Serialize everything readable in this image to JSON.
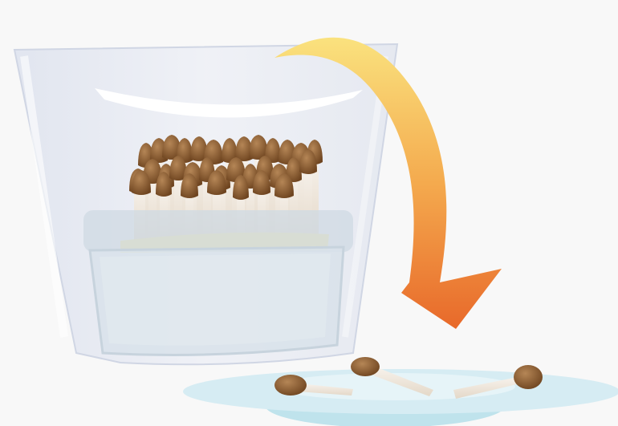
{
  "scene": {
    "bag": "clear-plastic-bag",
    "container": "plastic-grow-tray",
    "substrate": "substrate-layer",
    "mushrooms": "mushroom-cluster",
    "arrow": "harvest-arrow",
    "plate": "serving-plate",
    "harvested": "harvested-mushrooms"
  },
  "colors": {
    "background": "#f8f8f8",
    "bag": "#e4e8f0",
    "tray": "#d9e3ea",
    "substrate": "#f2e7a8",
    "cap": "#8a5a2b",
    "stem": "#f4eee6",
    "arrow_start": "#f9dc78",
    "arrow_end": "#ea6d2a",
    "plate": "#cfe7ef"
  }
}
